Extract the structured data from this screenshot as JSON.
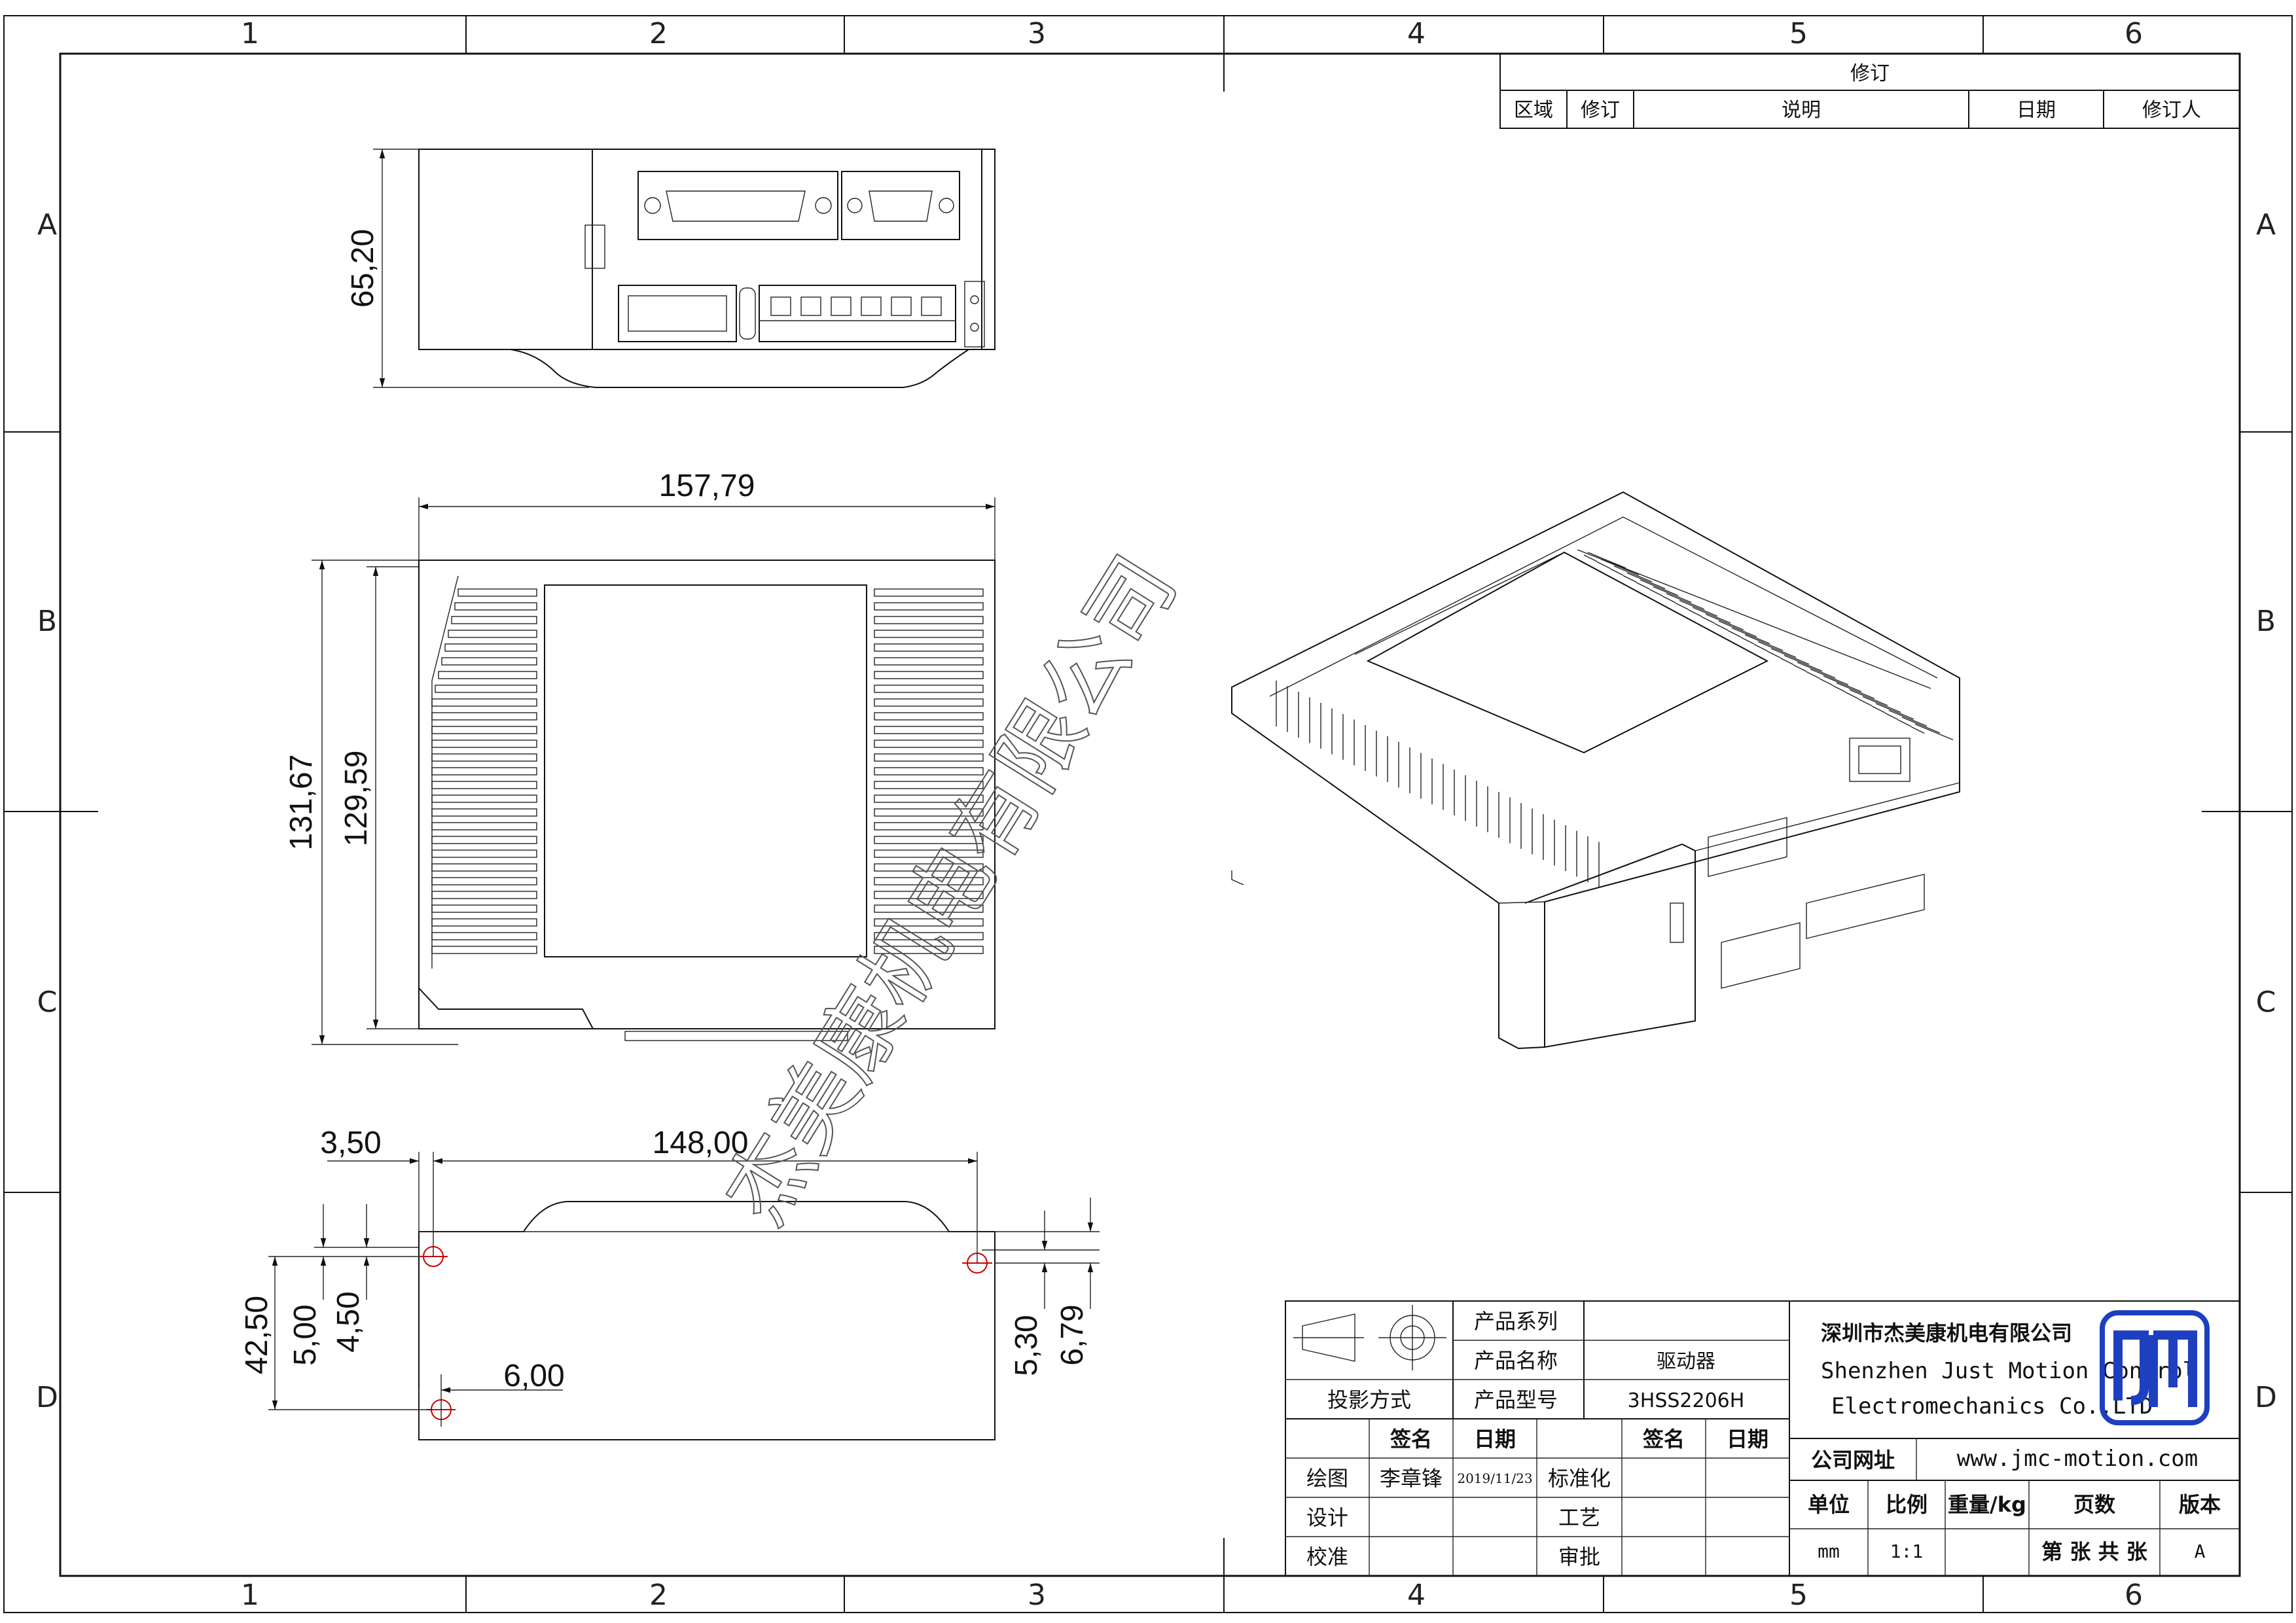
{
  "zones": {
    "columns": [
      "1",
      "2",
      "3",
      "4",
      "5",
      "6"
    ],
    "rows": [
      "A",
      "B",
      "C",
      "D"
    ]
  },
  "revision_table": {
    "title": "修订",
    "headers": [
      "区域",
      "修订",
      "说明",
      "日期",
      "修订人"
    ]
  },
  "dimensions": {
    "height_side": "65,20",
    "length_top": "157,79",
    "overall_height": "131,67",
    "body_height": "129,59",
    "left_offset": "3,50",
    "hole_spacing": "148,00",
    "h_42_50": "42,50",
    "h_5_00": "5,00",
    "h_4_50": "4,50",
    "h_6_00": "6,00",
    "h_5_30": "5,30",
    "h_6_79": "6,79"
  },
  "watermark": "杰美康机电有限公司",
  "title_block": {
    "product_series_label": "产品系列",
    "product_series_value": "",
    "product_name_label": "产品名称",
    "product_name_value": "驱动器",
    "projection_label": "投影方式",
    "product_model_label": "产品型号",
    "product_model_value": "3HSS2206H",
    "sign_label": "签名",
    "date_label": "日期",
    "sign_label_2": "签名",
    "date_label_2": "日期",
    "drawn_label": "绘图",
    "drawn_name": "李章锋",
    "drawn_date": "2019/11/23",
    "standard_label": "标准化",
    "design_label": "设计",
    "process_label": "工艺",
    "check_label": "校准",
    "approve_label": "审批",
    "company_cn": "深圳市杰美康机电有限公司",
    "company_en_1": "Shenzhen Just Motion Control",
    "company_en_2": "Electromechanics Co.,LTD",
    "website_label": "公司网址",
    "website": "www.jmc-motion.com",
    "unit_label": "单位",
    "scale_label": "比例",
    "weight_label": "重量/kg",
    "pages_label": "页数",
    "version_label": "版本",
    "unit_value": "mm",
    "scale_value": "1:1",
    "weight_value": "",
    "pages_value": "第 张 共 张",
    "version_value": "A"
  },
  "colors": {
    "logo_blue": "#1e3fbf",
    "hole_red": "#cc0000"
  },
  "icons": [
    "projection-symbol-icon",
    "company-logo-icon"
  ]
}
